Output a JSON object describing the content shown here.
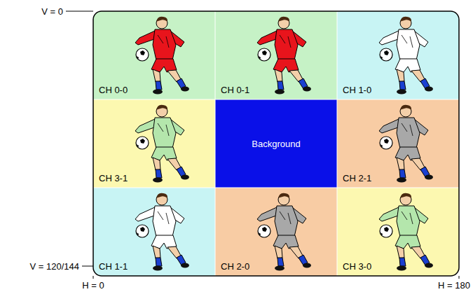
{
  "diagram": {
    "nodes": [
      {
        "text": [
          "CH 0-0"
        ]
      },
      {
        "text": [
          "CH 0-1"
        ]
      },
      {
        "text": [
          "CH 1-0"
        ]
      },
      {
        "text": [
          "CH 3-1"
        ]
      },
      {
        "text": [
          "Background"
        ]
      },
      {
        "text": [
          "CH 2-1"
        ]
      },
      {
        "text": [
          "CH 1-1"
        ]
      },
      {
        "text": [
          "CH 2-0"
        ]
      },
      {
        "text": [
          "CH 3-0"
        ]
      }
    ],
    "labels": [
      "V = 0",
      "V = 120/144",
      "H = 0",
      "H = 180"
    ]
  }
}
